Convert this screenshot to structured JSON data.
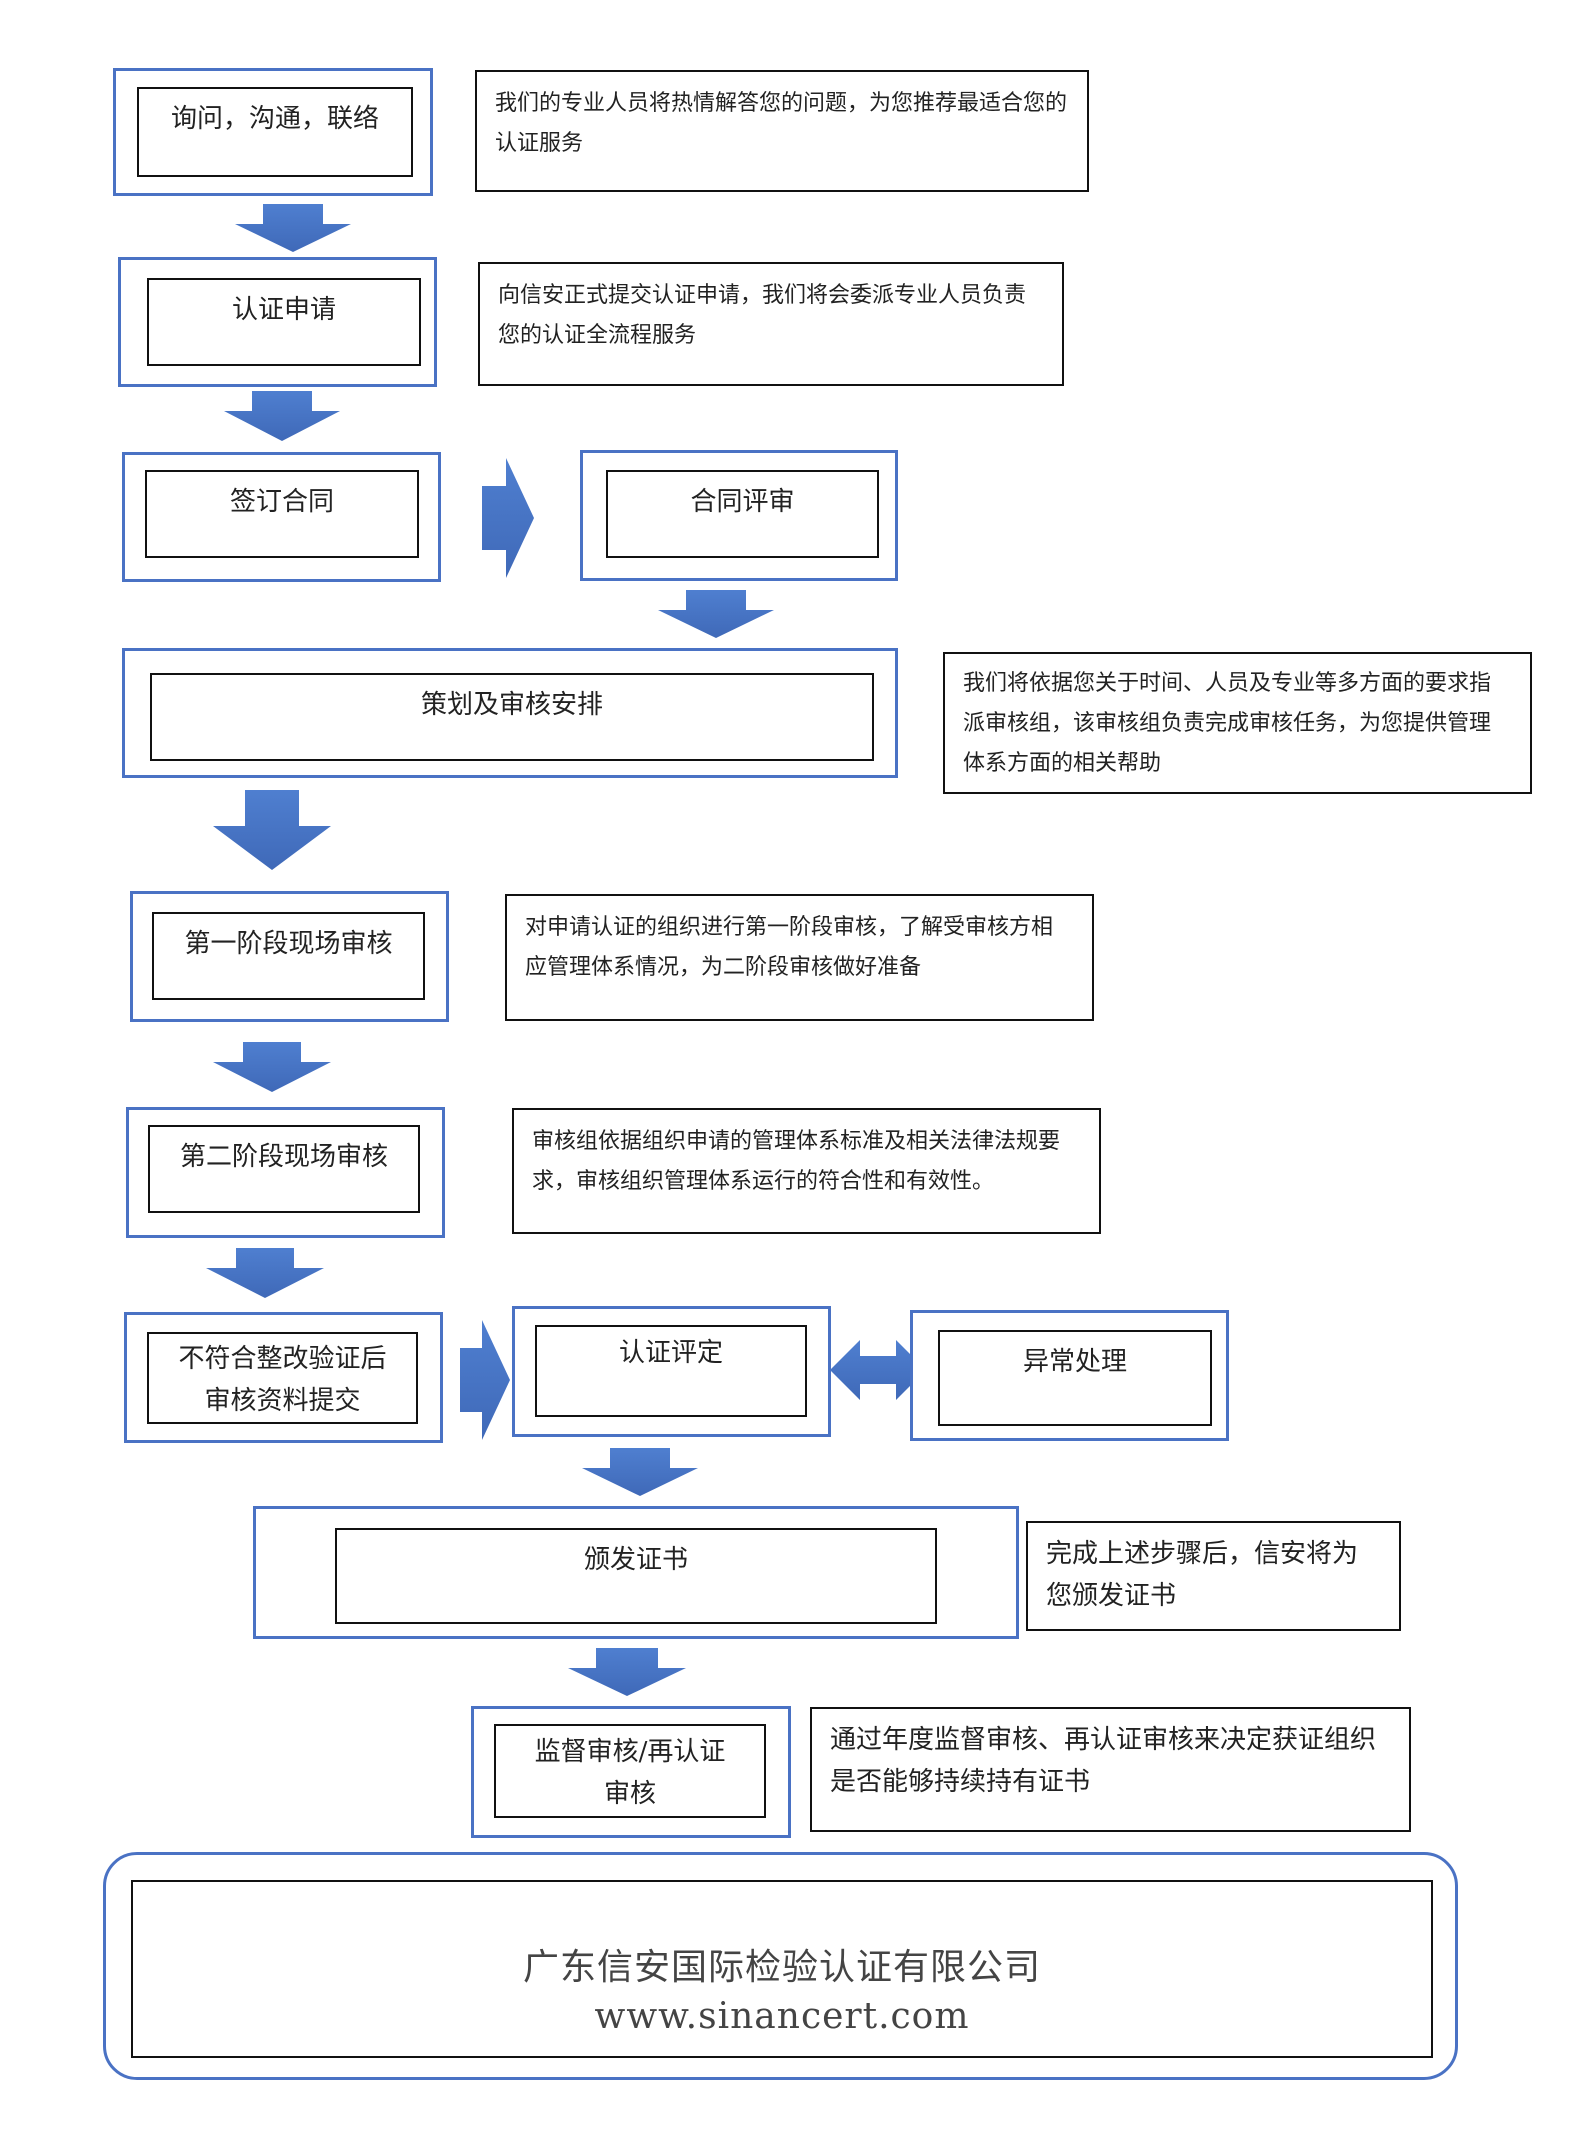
{
  "steps": {
    "inquiry": {
      "label": "询问，沟通，联络",
      "note": "我们的专业人员将热情解答您的问题，为您推荐最适合您的认证服务"
    },
    "application": {
      "label": "认证申请",
      "note": "向信安正式提交认证申请，我们将会委派专业人员负责您的认证全流程服务"
    },
    "contract": {
      "label": "签订合同"
    },
    "contract_review": {
      "label": "合同评审"
    },
    "planning": {
      "label": "策划及审核安排",
      "note": "我们将依据您关于时间、人员及专业等多方面的要求指派审核组，该审核组负责完成审核任务，为您提供管理体系方面的相关帮助"
    },
    "stage1": {
      "label": "第一阶段现场审核",
      "note": "对申请认证的组织进行第一阶段审核，了解受审核方相应管理体系情况，为二阶段审核做好准备"
    },
    "stage2": {
      "label": "第二阶段现场审核",
      "note": "审核组依据组织申请的管理体系标准及相关法律法规要求，审核组织管理体系运行的符合性和有效性。"
    },
    "nonconformity": {
      "label_line1": "不符合整改验证后",
      "label_line2": "审核资料提交"
    },
    "evaluation": {
      "label": "认证评定"
    },
    "exception": {
      "label": "异常处理"
    },
    "issue": {
      "label": "颁发证书",
      "note": "完成上述步骤后，信安将为您颁发证书"
    },
    "surveillance": {
      "label_line1": "监督审核/再认证",
      "label_line2": "审核",
      "note": "通过年度监督审核、再认证审核来决定获证组织是否能够持续持有证书"
    }
  },
  "footer": {
    "company": "广东信安国际检验认证有限公司",
    "website": "www.sinancert.com"
  },
  "colors": {
    "accent": "#4a72c4",
    "arrow": "#4472c4",
    "border": "#111111"
  }
}
